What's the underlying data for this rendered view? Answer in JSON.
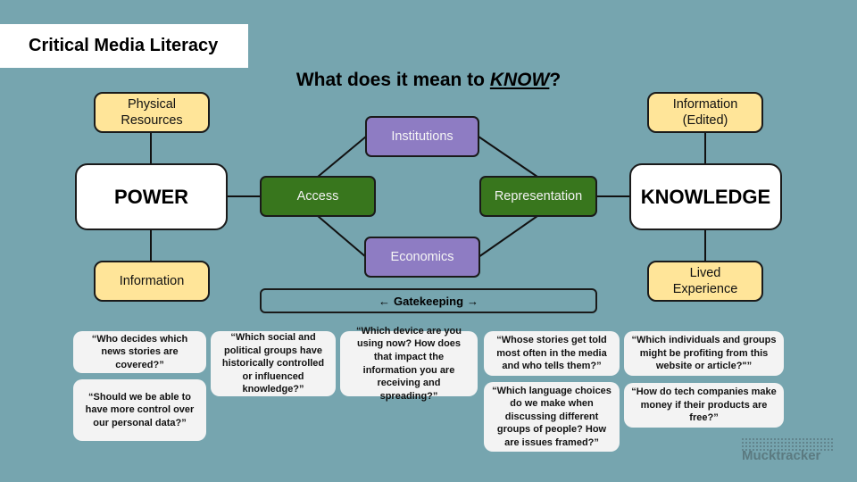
{
  "title": "Critical Media Literacy",
  "heading": {
    "prefix": "What does it mean to ",
    "emphasis": "KNOW",
    "suffix": "?"
  },
  "nodes": {
    "physical_resources": "Physical Resources",
    "information_left": "Information",
    "power": "POWER",
    "access": "Access",
    "institutions": "Institutions",
    "economics": "Economics",
    "representation": "Representation",
    "knowledge": "KNOWLEDGE",
    "information_edited": "Information (Edited)",
    "lived_experience": "Lived Experience"
  },
  "gatekeeping": {
    "left_arrow": "←",
    "label": "Gatekeeping",
    "right_arrow": "→"
  },
  "questions": [
    "“Who decides which news stories are covered?”",
    "“Should we be able to have more control over our personal data?”",
    "“Which social and political groups have historically controlled or influenced knowledge?”",
    "“Which device are you using now? How does that impact the information you are receiving and spreading?”",
    "“Whose stories get told most often in the media and who tells them?”",
    "“Which language choices do we make when discussing different groups of people? How are issues framed?”",
    "“Which individuals and groups might be profiting from this website or article?\"”",
    "“How do tech companies make money if their products are free?”"
  ],
  "colors": {
    "background": "#76a5af",
    "yellow": "#ffe599",
    "green": "#38761d",
    "purple": "#8e7cc3",
    "card": "#f3f3f3"
  },
  "logo": "Mucktracker"
}
